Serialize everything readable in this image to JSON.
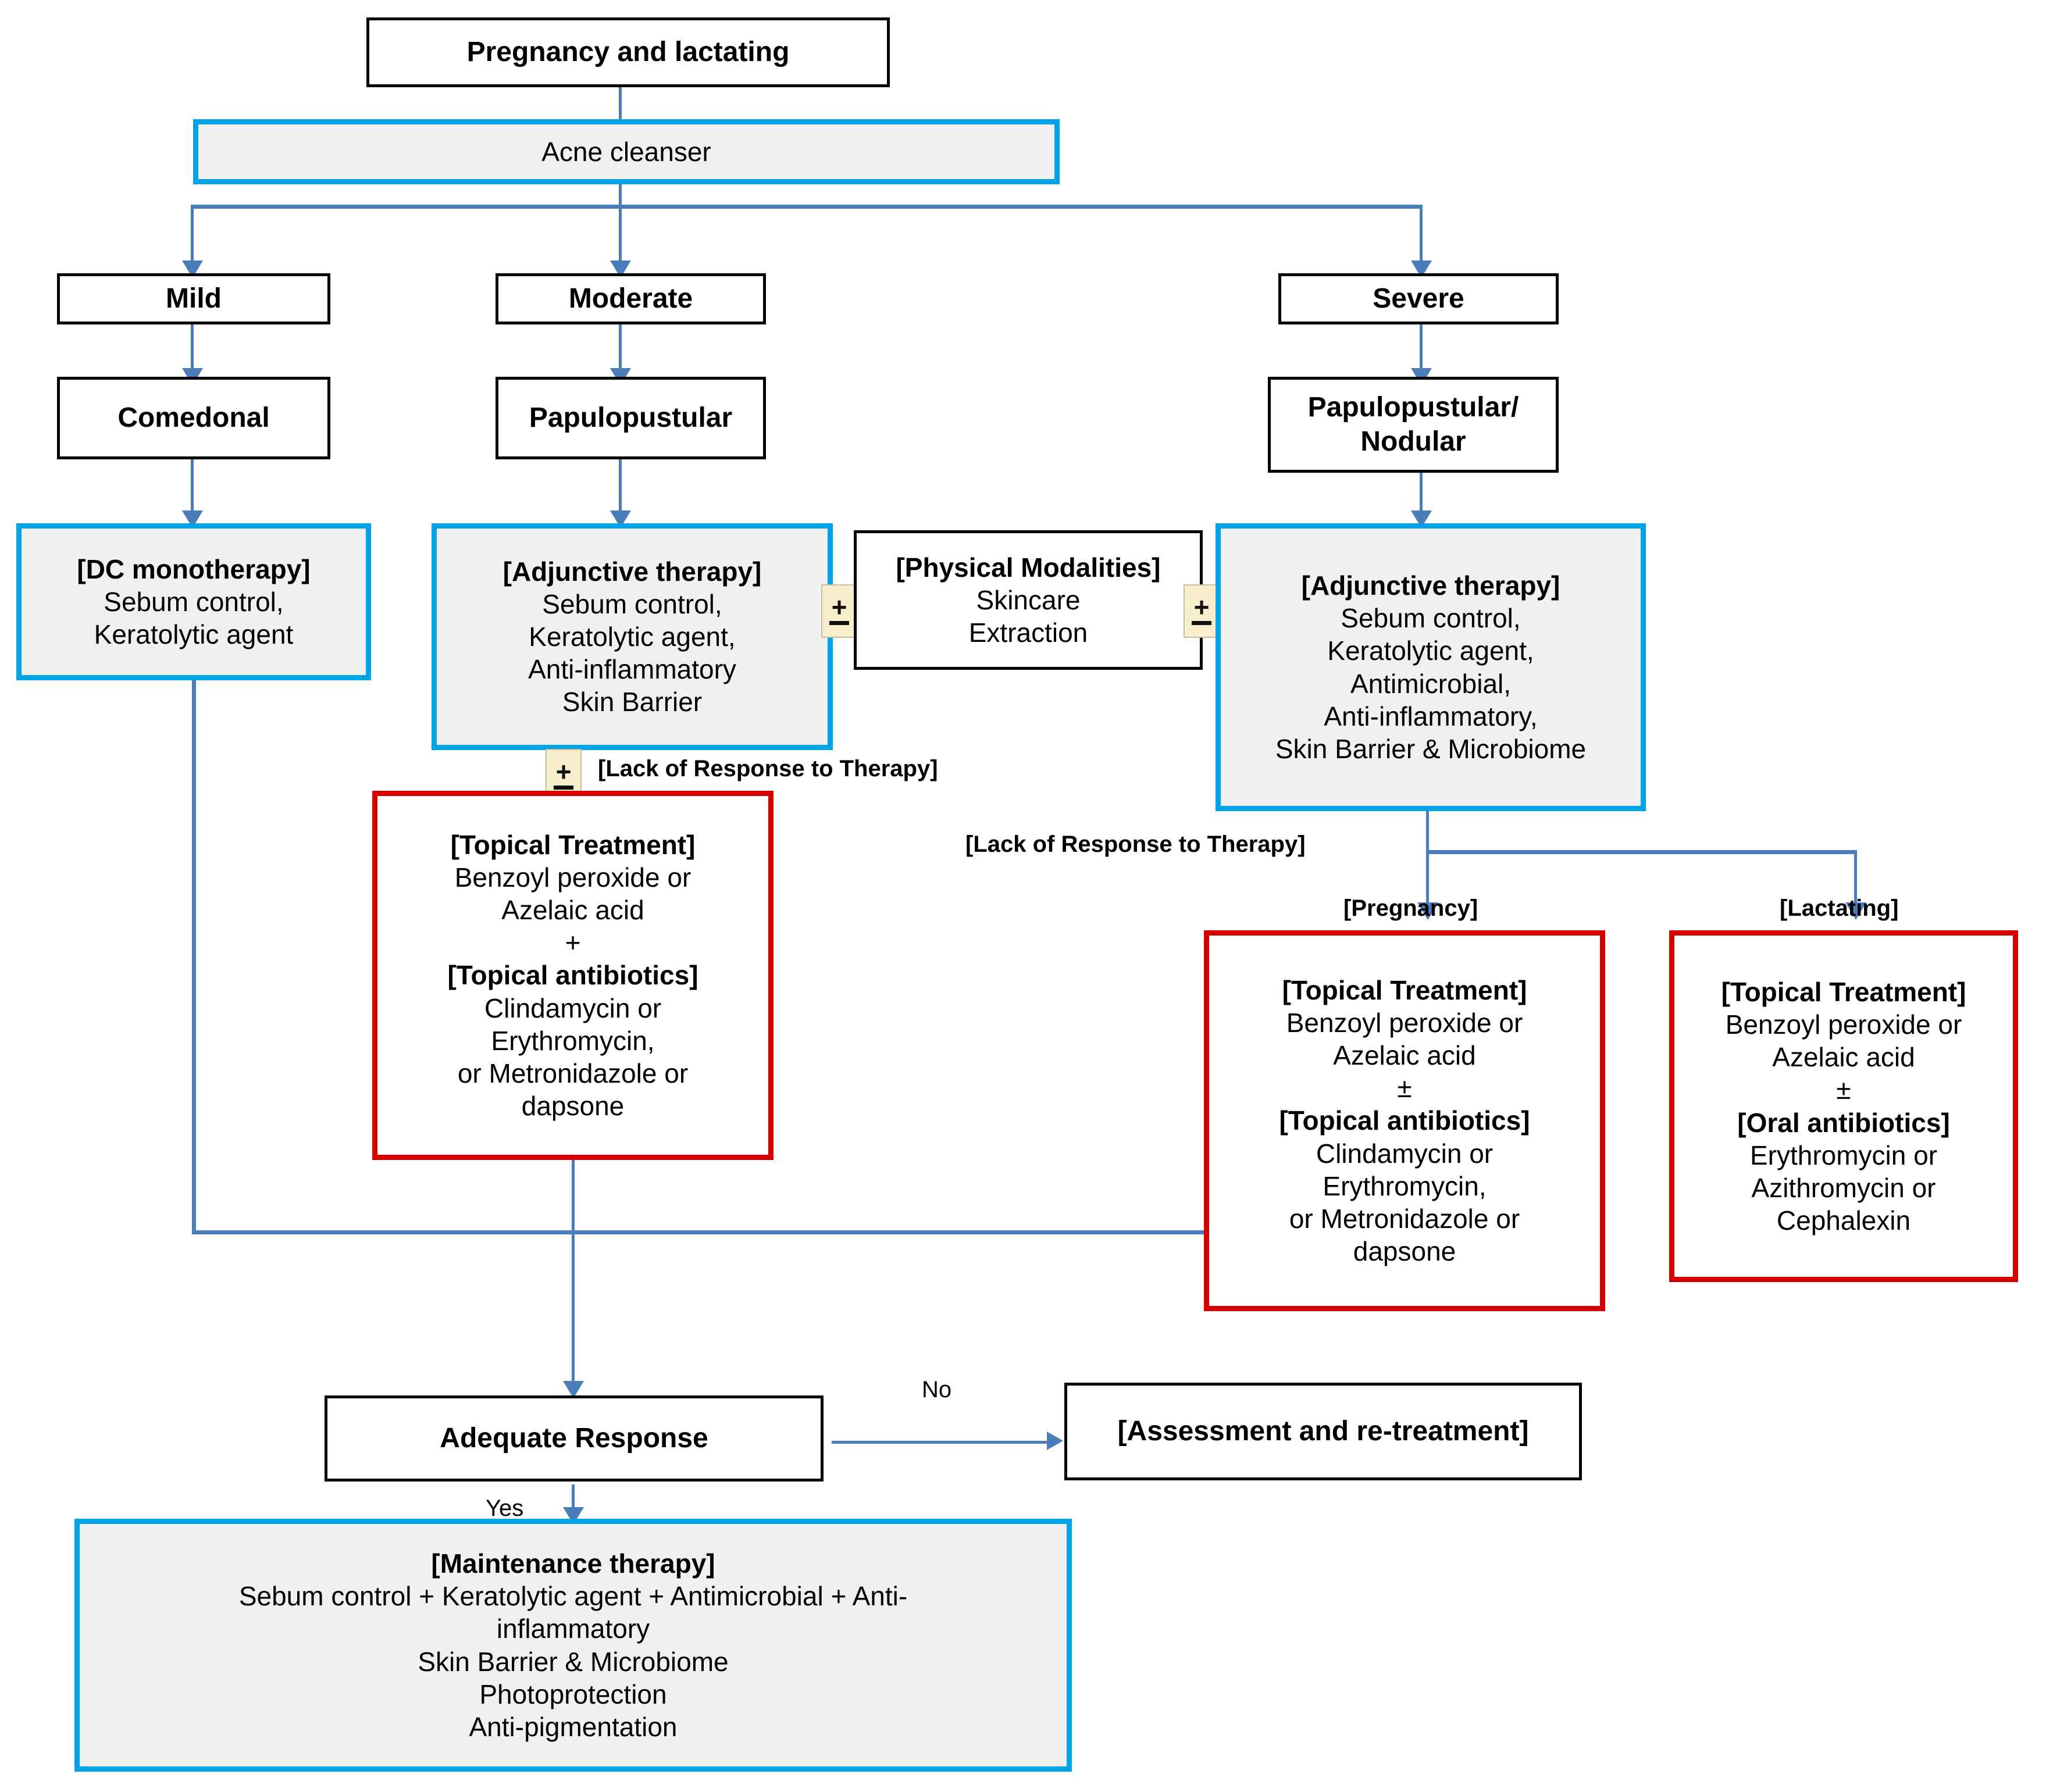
{
  "title": "Acne treatment algorithm for pregnancy and lactating",
  "colors": {
    "accent_blue": "#00A2E8",
    "connector_blue": "#4A7EBB",
    "red": "#D40000",
    "black": "#000000",
    "box_fill_grey": "#F0F0F0",
    "pm_tag_fill": "#FAEFCD"
  },
  "nodes": {
    "root": {
      "label": "Pregnancy and lactating"
    },
    "cleanser": {
      "label": "Acne cleanser"
    },
    "mild": {
      "label": "Mild"
    },
    "moderate": {
      "label": "Moderate"
    },
    "severe": {
      "label": "Severe"
    },
    "comedonal": {
      "label": "Comedonal"
    },
    "papulopustular": {
      "label": "Papulopustular"
    },
    "papulopustular_nodular": {
      "line1": "Papulopustular/",
      "line2": "Nodular"
    },
    "dc_monotherapy": {
      "heading": "[DC monotherapy]",
      "lines": [
        "Sebum control,",
        "Keratolytic agent"
      ]
    },
    "adjunctive_moderate": {
      "heading": "[Adjunctive therapy]",
      "lines": [
        "Sebum control,",
        "Keratolytic agent,",
        "Anti-inflammatory",
        "Skin Barrier"
      ]
    },
    "physical_modalities": {
      "heading": "[Physical Modalities]",
      "lines": [
        "Skincare",
        "Extraction"
      ]
    },
    "adjunctive_severe": {
      "heading": "[Adjunctive therapy]",
      "lines": [
        "Sebum control,",
        "Keratolytic agent,",
        "Antimicrobial,",
        "Anti-inflammatory,",
        "Skin Barrier & Microbiome"
      ]
    },
    "topical_moderate": {
      "heading1": "[Topical Treatment]",
      "lines1": [
        "Benzoyl peroxide or",
        "Azelaic acid"
      ],
      "operator": "+",
      "heading2": "[Topical antibiotics]",
      "lines2": [
        "Clindamycin or",
        "Erythromycin,",
        "or Metronidazole or",
        "dapsone"
      ]
    },
    "topical_pregnancy": {
      "heading1": "[Topical Treatment]",
      "lines1": [
        "Benzoyl peroxide or",
        "Azelaic acid"
      ],
      "operator": "±",
      "heading2": "[Topical antibiotics]",
      "lines2": [
        "Clindamycin or",
        "Erythromycin,",
        "or Metronidazole or",
        "dapsone"
      ]
    },
    "topical_lactating": {
      "heading1": "[Topical Treatment]",
      "lines1": [
        "Benzoyl peroxide or",
        "Azelaic acid"
      ],
      "operator": "±",
      "heading2": "[Oral antibiotics]",
      "lines2": [
        "Erythromycin or",
        "Azithromycin or",
        "Cephalexin"
      ]
    },
    "adequate_response": {
      "label": "Adequate Response"
    },
    "assessment": {
      "label": "[Assessment and re-treatment]"
    },
    "maintenance": {
      "heading": "[Maintenance therapy]",
      "lines": [
        "Sebum control + Keratolytic agent + Antimicrobial + Anti-",
        "inflammatory",
        "Skin Barrier & Microbiome",
        "Photoprotection",
        "Anti-pigmentation"
      ]
    }
  },
  "labels": {
    "lack_response_moderate": "[Lack of Response to Therapy]",
    "lack_response_severe": "[Lack of Response to Therapy]",
    "pregnancy": "[Pregnancy]",
    "lactating": "[Lactating]",
    "edge_no": "No",
    "edge_yes": "Yes"
  },
  "tags": {
    "pm_left": "±",
    "pm_right": "±",
    "pm_moderate": "±"
  }
}
